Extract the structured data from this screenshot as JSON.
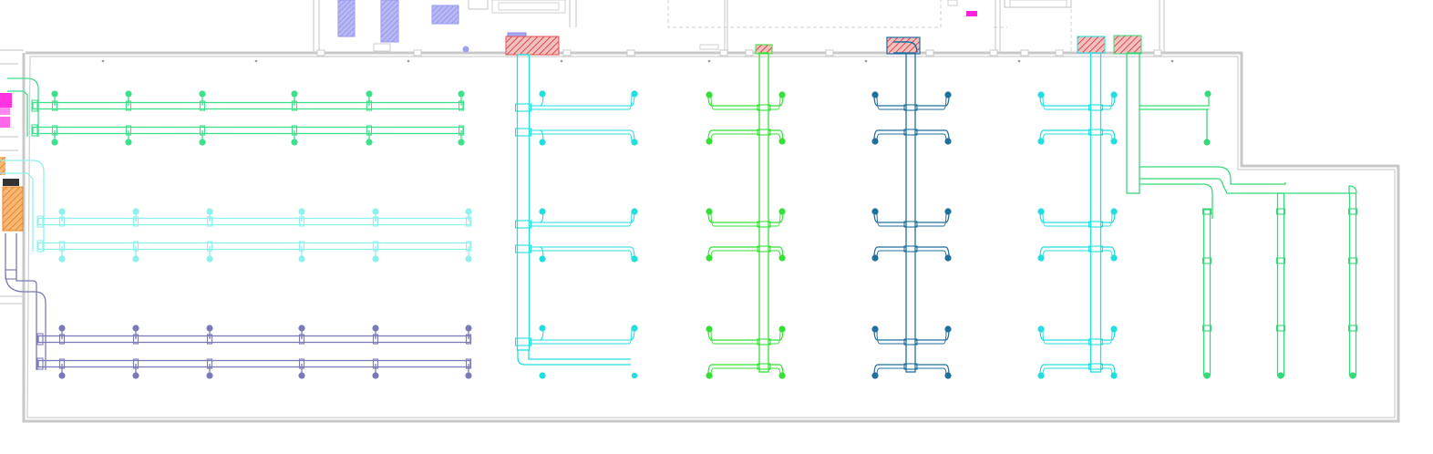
{
  "colors": {
    "background": "#ffffff",
    "wall": "#c8c8c8",
    "system_green_light": "#3de08a",
    "system_cyan_light": "#8ff0f0",
    "system_slate": "#7a7ab8",
    "system_cyan": "#22dede",
    "system_green": "#35e035",
    "system_blue": "#1f6f9f",
    "system_green_right": "#36d97a",
    "equipment_purple": "#9a9aee",
    "equipment_magenta": "#ff22dd",
    "equipment_orange": "#f59a3c",
    "hatch_red": "#e05050"
  },
  "drawing": {
    "type": "hvac-duct-floor-plan",
    "systems": [
      {
        "id": "branch-green-upper",
        "color": "system_green_light",
        "pattern": "horizontal-pair"
      },
      {
        "id": "branch-cyan-light",
        "color": "system_cyan_light",
        "pattern": "horizontal-pair"
      },
      {
        "id": "branch-slate",
        "color": "system_slate",
        "pattern": "horizontal-pair"
      },
      {
        "id": "riser-cyan-left",
        "color": "system_cyan",
        "pattern": "vertical-riser"
      },
      {
        "id": "riser-green",
        "color": "system_green",
        "pattern": "vertical-riser"
      },
      {
        "id": "riser-blue",
        "color": "system_blue",
        "pattern": "vertical-riser"
      },
      {
        "id": "riser-cyan-right",
        "color": "system_cyan",
        "pattern": "vertical-riser"
      },
      {
        "id": "branch-green-right",
        "color": "system_green_right",
        "pattern": "drop-columns"
      }
    ]
  }
}
